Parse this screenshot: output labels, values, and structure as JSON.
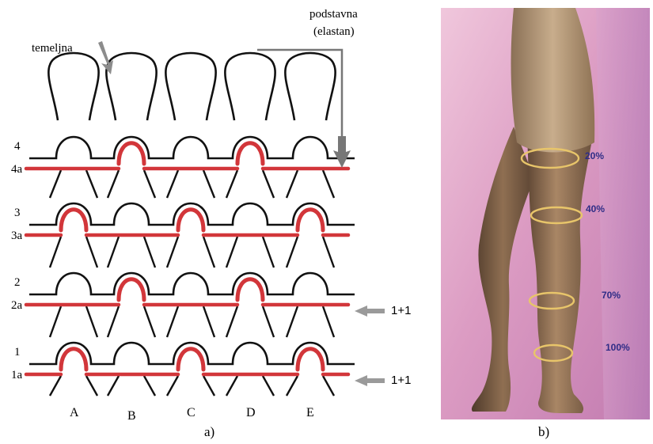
{
  "figure_a": {
    "caption": "a)",
    "label_temeljna": "temeljna",
    "label_podstavna_1": "podstavna",
    "label_podstavna_2": "(elastan)",
    "row_labels": [
      {
        "main": "4",
        "sub": "4a",
        "red_wales": [
          1,
          3
        ]
      },
      {
        "main": "3",
        "sub": "3a",
        "red_wales": [
          0,
          2,
          4
        ]
      },
      {
        "main": "2",
        "sub": "2a",
        "red_wales": [
          1,
          3
        ]
      },
      {
        "main": "1",
        "sub": "1a",
        "red_wales": [
          0,
          2,
          4
        ]
      }
    ],
    "column_labels": [
      "A",
      "B",
      "C",
      "D",
      "E"
    ],
    "rib_label_2a": "1+1",
    "rib_label_1a": "1+1",
    "colors": {
      "ground_yarn": "#111111",
      "elastane_yarn": "#d2363a",
      "arrow": "#8c8c8c"
    }
  },
  "figure_b": {
    "caption": "b)",
    "compression": [
      "20%",
      "40%",
      "70%",
      "100%"
    ],
    "colors": {
      "percent_text": "#2e2c86",
      "ring": "#e8c56a",
      "background": "#d99bc0",
      "tights": "#8a6b4b"
    }
  }
}
